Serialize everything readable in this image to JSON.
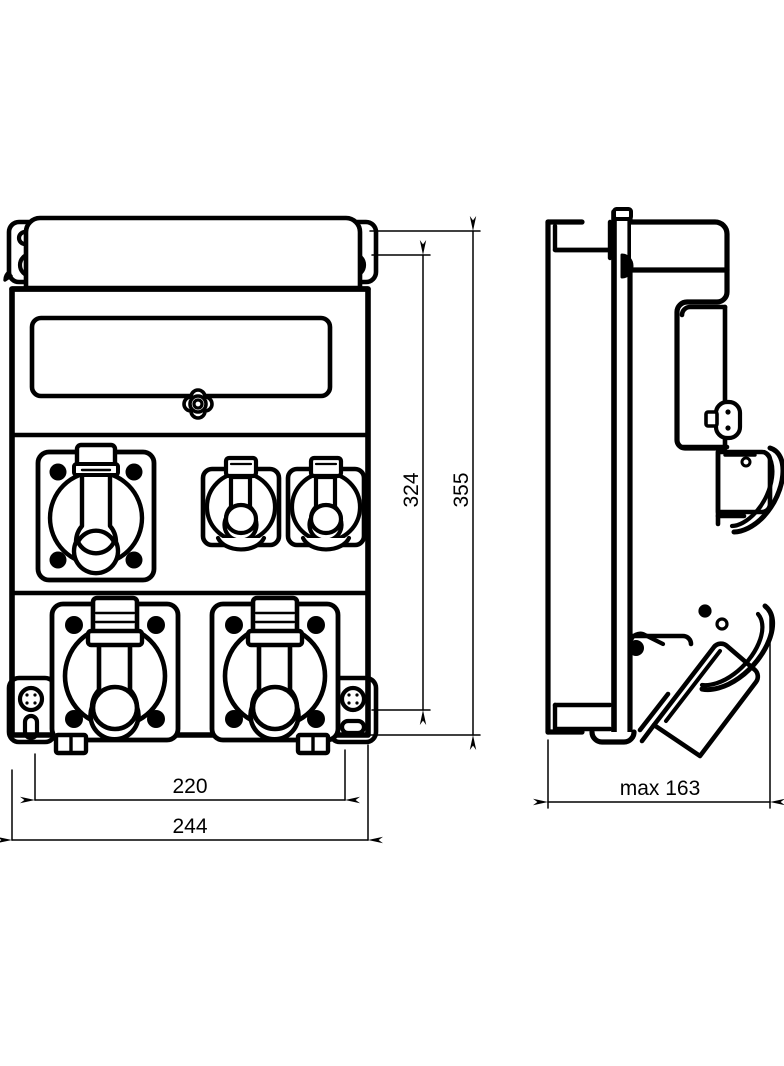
{
  "drawing": {
    "type": "technical-dimensioned-drawing",
    "subject": "industrial socket combination distribution box",
    "views": [
      {
        "name": "front-view",
        "label": ""
      },
      {
        "name": "side-view",
        "label": ""
      }
    ],
    "line_color": "#000000",
    "background_color": "#ffffff",
    "units_note": ""
  },
  "dimensions": {
    "height_overall": "355",
    "height_inner": "324",
    "width_inner": "220",
    "width_overall": "244",
    "depth_max": "max 163"
  },
  "front_view": {
    "enclosure": {
      "name": "enclosure-body",
      "corner_lugs": [
        {
          "name": "mounting-lug-top-left",
          "slot": "horizontal",
          "screw_hole": true
        },
        {
          "name": "mounting-lug-top-right",
          "slot": "vertical",
          "screw_hole": true
        },
        {
          "name": "mounting-lug-bottom-left",
          "slot": "vertical",
          "screw_hole": true
        },
        {
          "name": "mounting-lug-bottom-right",
          "slot": "horizontal",
          "screw_hole": true
        }
      ]
    },
    "panel_window": {
      "name": "breaker-window",
      "latch": "quarter-turn-latch"
    },
    "sockets": [
      {
        "name": "socket-cee-large-left",
        "row": "middle",
        "size": "large"
      },
      {
        "name": "socket-schuko-1",
        "row": "middle",
        "size": "small"
      },
      {
        "name": "socket-schuko-2",
        "row": "middle",
        "size": "small"
      },
      {
        "name": "socket-cee-bottom-left",
        "row": "bottom",
        "size": "large"
      },
      {
        "name": "socket-cee-bottom-right",
        "row": "bottom",
        "size": "large"
      }
    ],
    "feet": [
      {
        "name": "foot-left"
      },
      {
        "name": "foot-right"
      }
    ]
  },
  "side_view": {
    "name": "side-profile",
    "features": [
      {
        "name": "back-plate"
      },
      {
        "name": "front-cover"
      },
      {
        "name": "socket-flap-upper",
        "state": "open"
      },
      {
        "name": "socket-flap-lower",
        "state": "open"
      },
      {
        "name": "latch-boss"
      },
      {
        "name": "mounting-foot"
      }
    ]
  }
}
